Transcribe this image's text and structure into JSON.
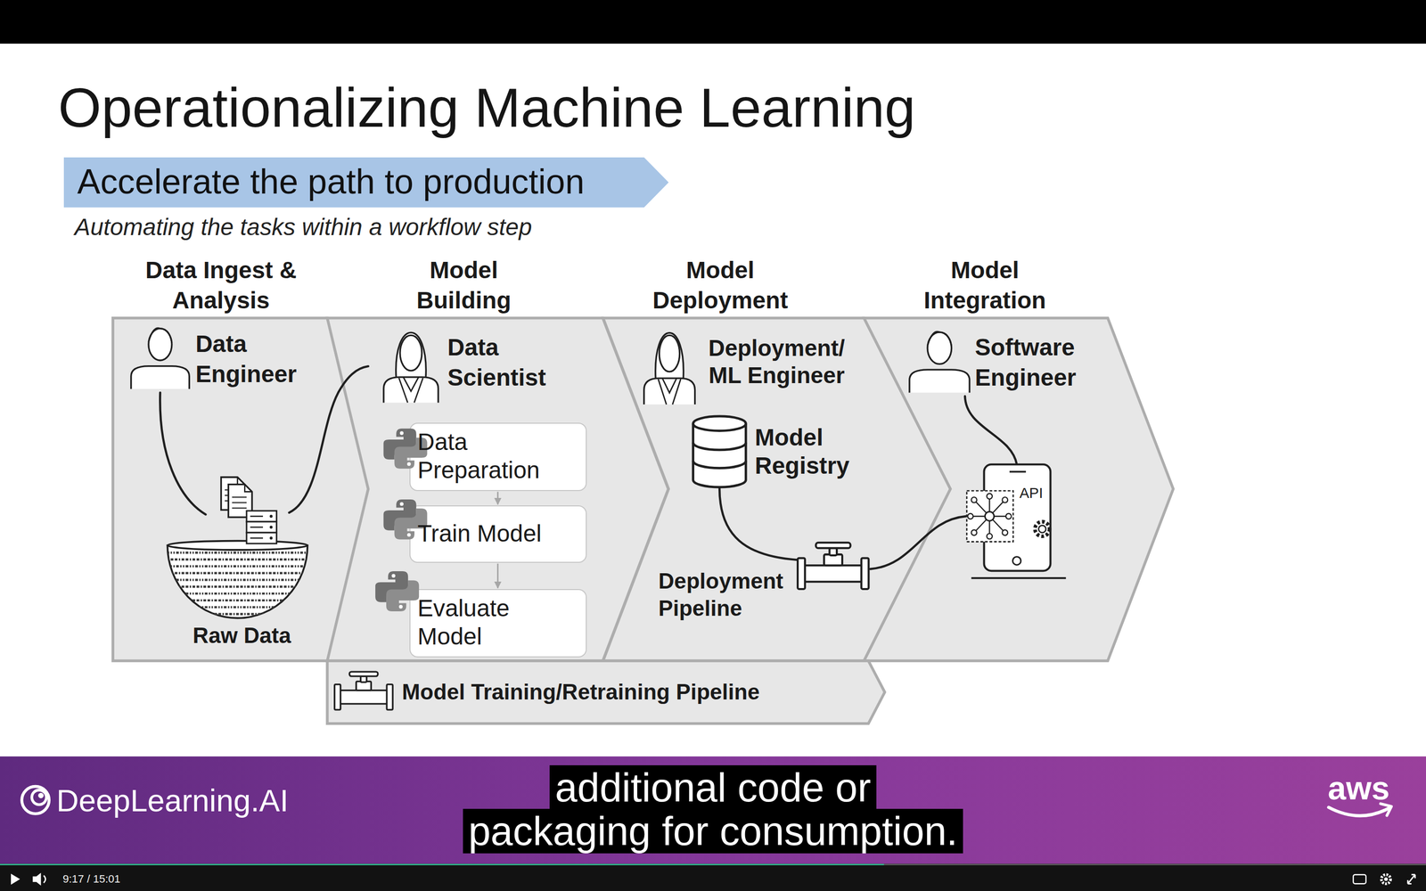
{
  "diagram": {
    "title": "Operationalizing Machine Learning",
    "nodes": [
      {
        "text": [
          "Accelerate the path to production"
        ]
      },
      {
        "text": [
          "Data Ingest & Analysis",
          "Data Engineer",
          "Raw Data"
        ]
      },
      {
        "text": [
          "Model Building",
          "Data Scientist"
        ]
      },
      {
        "text": [
          "Data Preparation"
        ],
        "in": 2
      },
      {
        "text": [
          "Train Model"
        ],
        "in": 2
      },
      {
        "text": [
          "Evaluate Model"
        ],
        "in": 2
      },
      {
        "text": [
          "Model Deployment",
          "Deployment/ ML Engineer",
          "Model Registry",
          "Deployment Pipeline"
        ]
      },
      {
        "text": [
          "Model Integration",
          "Software Engineer",
          "API"
        ]
      },
      {
        "text": [
          "Model Training/Retraining Pipeline"
        ]
      }
    ],
    "edges": [
      {
        "from": 3,
        "to": 4,
        "arrow": "to"
      },
      {
        "from": 4,
        "to": 5,
        "arrow": "to"
      }
    ],
    "labels": [
      "Automating the tasks within a workflow step",
      "additional code or packaging for consumption.",
      "DeepLearning.AI",
      "aws",
      "9:17 / 15:01"
    ]
  }
}
